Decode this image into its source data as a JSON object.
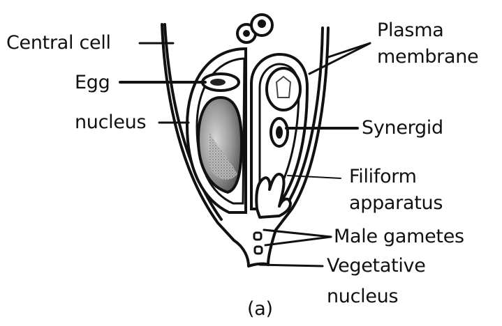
{
  "labels": {
    "central_cell": "Central cell",
    "plasma_membrane_line1": "Plasma",
    "plasma_membrane_line2": "membrane",
    "egg_line1": "Egg",
    "egg_line2": "nucleus",
    "synergid": "Synergid",
    "filiform_line1": "Filiform",
    "filiform_line2": "apparatus",
    "male_gametes": "Male gametes",
    "vegetative_line1": "Vegetative",
    "vegetative_line2": "nucleus",
    "caption": "(a)"
  }
}
